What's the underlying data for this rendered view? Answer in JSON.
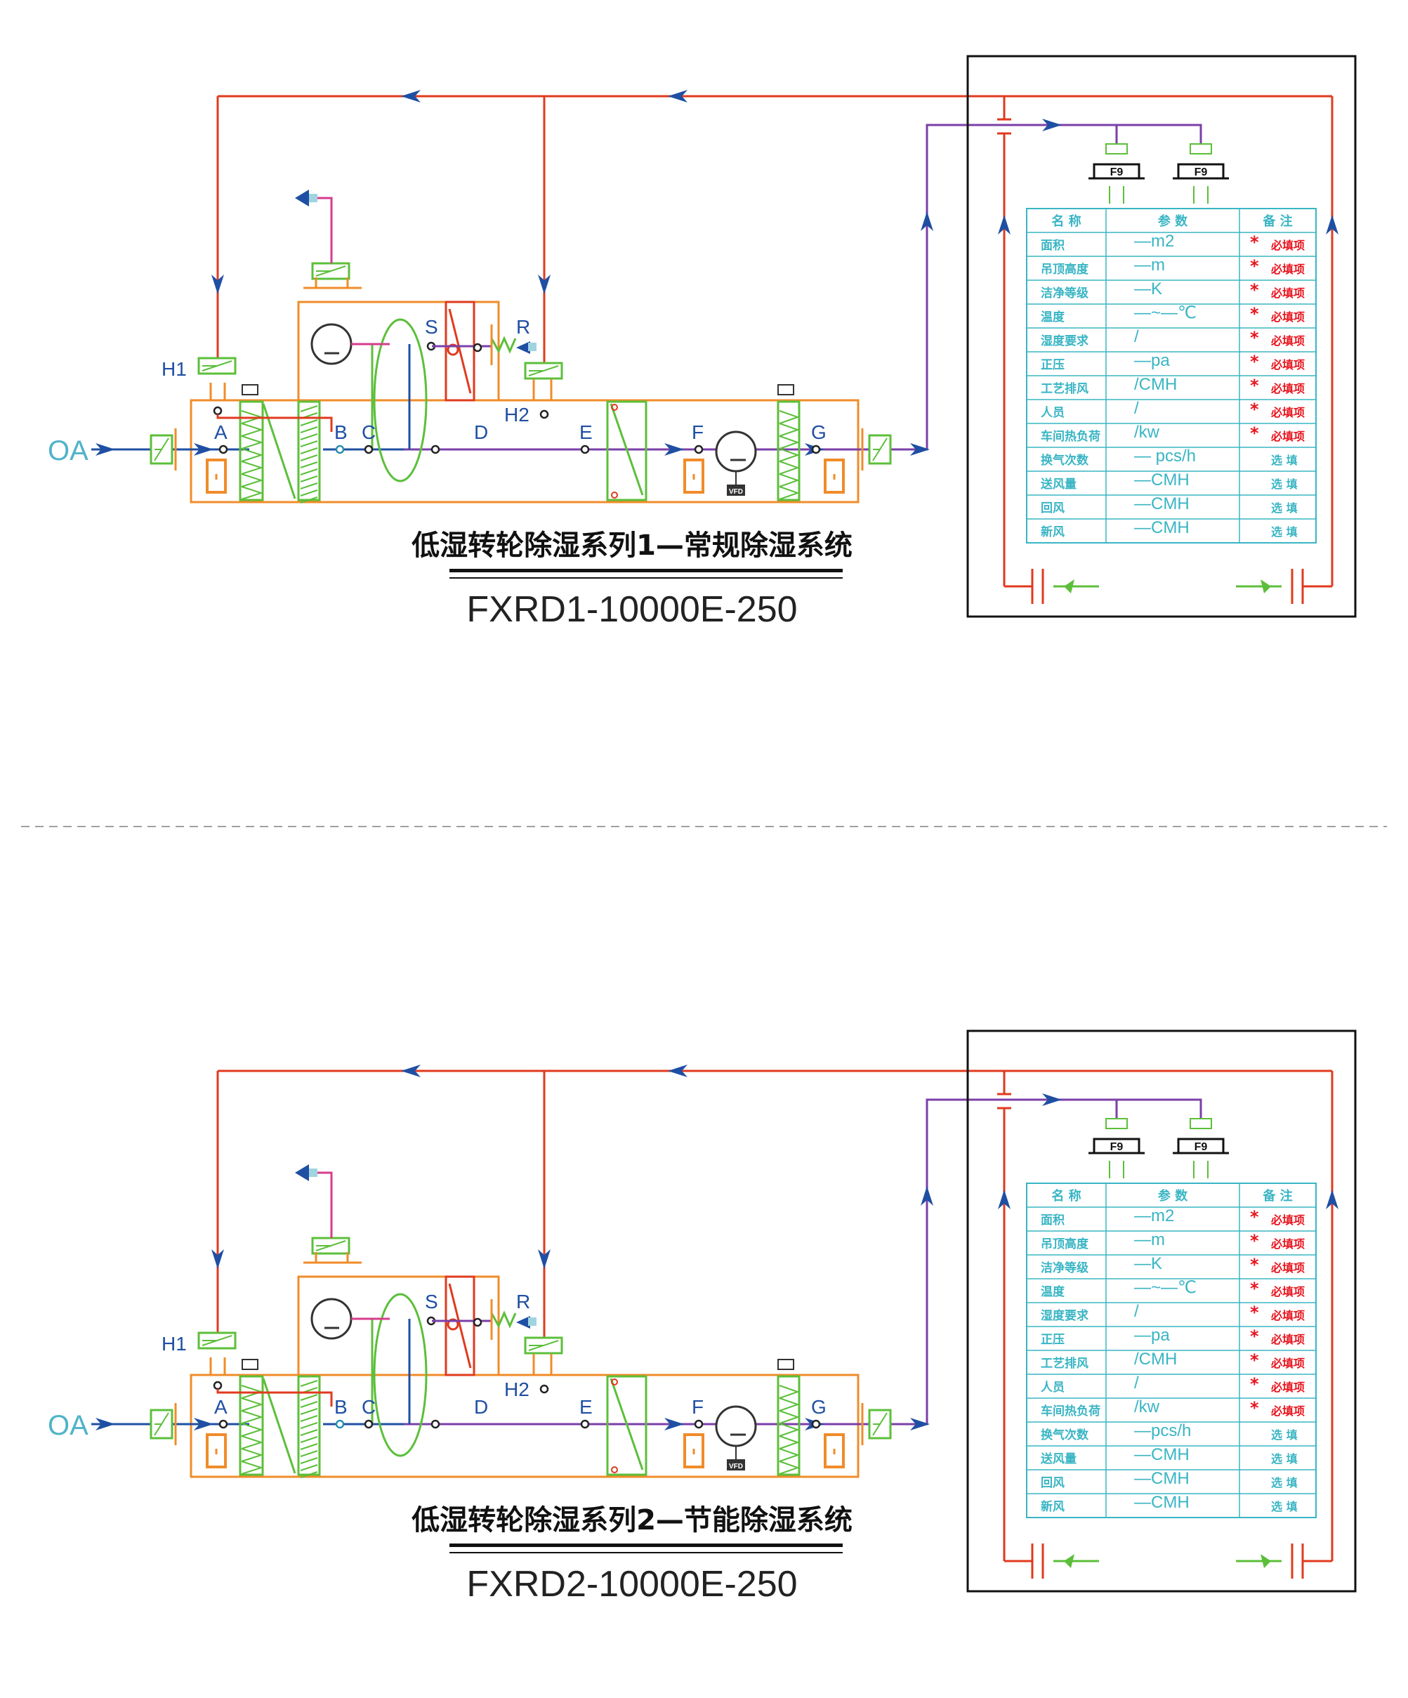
{
  "colors": {
    "supply": "#1f4fa3",
    "return": "#e03a1e",
    "duct": "#7b3fa8",
    "casing": "#f08c2a",
    "component": "#5cbf3a",
    "exhaust": "#d63c8c",
    "table": "#39b5c4",
    "required": "#e8141e",
    "text": "#1a1a1a",
    "divider": "#a0a0a0"
  },
  "systems": [
    {
      "caption": "低湿转轮除湿系列1—常规除湿系统",
      "model": "FXRD1-10000E-250",
      "labels": {
        "oa": "OA",
        "h1": "H1",
        "h2": "H2",
        "a": "A",
        "b": "B",
        "c": "C",
        "d": "D",
        "e": "E",
        "f": "F",
        "g": "G",
        "s": "S",
        "r": "R",
        "vfd": "VFD",
        "f9a": "F9",
        "f9b": "F9"
      },
      "table": {
        "headers": [
          "名 称",
          "参 数",
          "备 注"
        ],
        "rows": [
          {
            "name": "面积",
            "param": "—m2",
            "required": true,
            "note": "必填项"
          },
          {
            "name": "吊顶高度",
            "param": "—m",
            "required": true,
            "note": "必填项"
          },
          {
            "name": "洁净等级",
            "param": "—K",
            "required": true,
            "note": "必填项"
          },
          {
            "name": "温度",
            "param": "—~—℃",
            "required": true,
            "note": "必填项"
          },
          {
            "name": "湿度要求",
            "param": "/",
            "required": true,
            "note": "必填项"
          },
          {
            "name": "正压",
            "param": "—pa",
            "required": true,
            "note": "必填项"
          },
          {
            "name": "工艺排风",
            "param": "/CMH",
            "required": true,
            "note": "必填项"
          },
          {
            "name": "人员",
            "param": "/",
            "required": true,
            "note": "必填项"
          },
          {
            "name": "车间热负荷",
            "param": "/kw",
            "required": true,
            "note": "必填项"
          },
          {
            "name": "换气次数",
            "param": "— pcs/h",
            "required": false,
            "note": "选 填"
          },
          {
            "name": "送风量",
            "param": "—CMH",
            "required": false,
            "note": "选 填"
          },
          {
            "name": "回风",
            "param": "—CMH",
            "required": false,
            "note": "选 填"
          },
          {
            "name": "新风",
            "param": "—CMH",
            "required": false,
            "note": "选 填"
          }
        ]
      }
    },
    {
      "caption": "低湿转轮除湿系列2—节能除湿系统",
      "model": "FXRD2-10000E-250",
      "labels": {
        "oa": "OA",
        "h1": "H1",
        "h2": "H2",
        "a": "A",
        "b": "B",
        "c": "C",
        "d": "D",
        "e": "E",
        "f": "F",
        "g": "G",
        "s": "S",
        "r": "R",
        "vfd": "VFD",
        "f9a": "F9",
        "f9b": "F9"
      },
      "table": {
        "headers": [
          "名 称",
          "参 数",
          "备 注"
        ],
        "rows": [
          {
            "name": "面积",
            "param": "—m2",
            "required": true,
            "note": "必填项"
          },
          {
            "name": "吊顶高度",
            "param": "—m",
            "required": true,
            "note": "必填项"
          },
          {
            "name": "洁净等级",
            "param": "—K",
            "required": true,
            "note": "必填项"
          },
          {
            "name": "温度",
            "param": "—~—℃",
            "required": true,
            "note": "必填项"
          },
          {
            "name": "湿度要求",
            "param": "/",
            "required": true,
            "note": "必填项"
          },
          {
            "name": "正压",
            "param": "—pa",
            "required": true,
            "note": "必填项"
          },
          {
            "name": "工艺排风",
            "param": "/CMH",
            "required": true,
            "note": "必填项"
          },
          {
            "name": "人员",
            "param": "/",
            "required": true,
            "note": "必填项"
          },
          {
            "name": "车间热负荷",
            "param": "/kw",
            "required": true,
            "note": "必填项"
          },
          {
            "name": "换气次数",
            "param": "—pcs/h",
            "required": false,
            "note": "选 填"
          },
          {
            "name": "送风量",
            "param": "—CMH",
            "required": false,
            "note": "选 填"
          },
          {
            "name": "回风",
            "param": "—CMH",
            "required": false,
            "note": "选 填"
          },
          {
            "name": "新风",
            "param": "—CMH",
            "required": false,
            "note": "选 填"
          }
        ]
      }
    }
  ]
}
